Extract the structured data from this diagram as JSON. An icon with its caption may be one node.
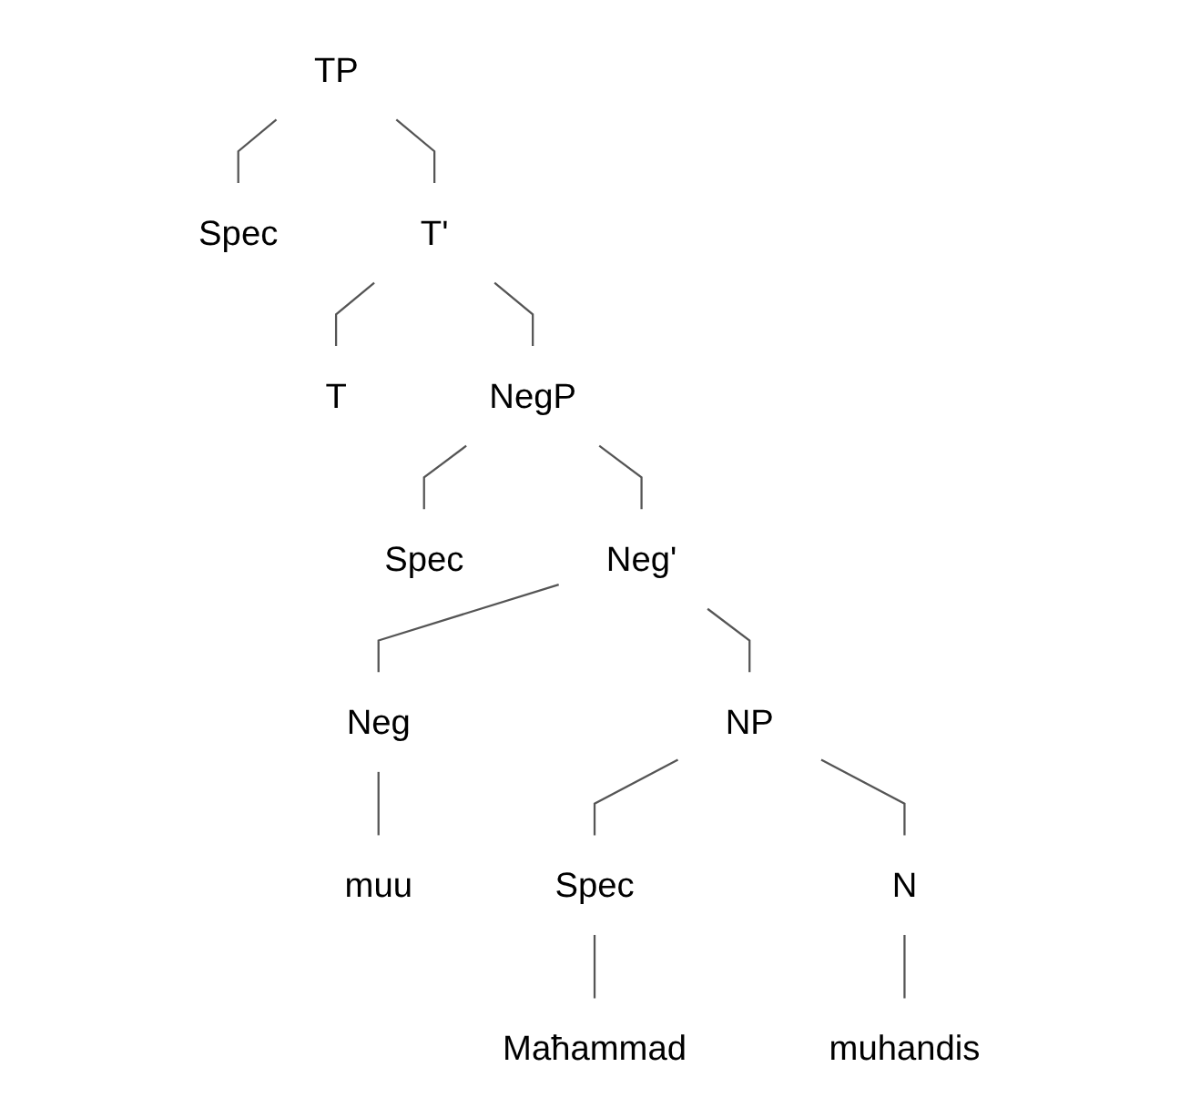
{
  "diagram": {
    "nodes": [
      {
        "text": [
          "TP"
        ]
      },
      {
        "text": [
          "Spec"
        ]
      },
      {
        "text": [
          "T'"
        ]
      },
      {
        "text": [
          "T"
        ]
      },
      {
        "text": [
          "NegP"
        ]
      },
      {
        "text": [
          "Spec"
        ]
      },
      {
        "text": [
          "Neg'"
        ]
      },
      {
        "text": [
          "Neg"
        ]
      },
      {
        "text": [
          "NP"
        ]
      },
      {
        "text": [
          "muu"
        ]
      },
      {
        "text": [
          "Spec"
        ]
      },
      {
        "text": [
          "N"
        ]
      },
      {
        "text": [
          "Maħammad"
        ]
      },
      {
        "text": [
          "muhandis"
        ]
      }
    ],
    "edges": [
      {
        "from": 0,
        "to": 1,
        "arrow": "none"
      },
      {
        "from": 0,
        "to": 2,
        "arrow": "none"
      },
      {
        "from": 2,
        "to": 3,
        "arrow": "none"
      },
      {
        "from": 2,
        "to": 4,
        "arrow": "none"
      },
      {
        "from": 4,
        "to": 5,
        "arrow": "none"
      },
      {
        "from": 4,
        "to": 6,
        "arrow": "none"
      },
      {
        "from": 6,
        "to": 7,
        "arrow": "none"
      },
      {
        "from": 6,
        "to": 8,
        "arrow": "none"
      },
      {
        "from": 7,
        "to": 9,
        "arrow": "none"
      },
      {
        "from": 8,
        "to": 10,
        "arrow": "none"
      },
      {
        "from": 8,
        "to": 11,
        "arrow": "none"
      },
      {
        "from": 10,
        "to": 12,
        "arrow": "none"
      },
      {
        "from": 11,
        "to": 13,
        "arrow": "none"
      }
    ]
  }
}
